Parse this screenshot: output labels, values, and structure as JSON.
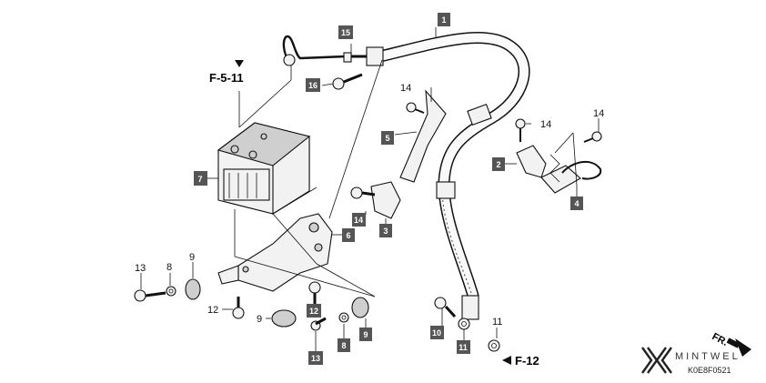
{
  "refs": {
    "top": "F-5-11",
    "bottom": "F-12"
  },
  "boxed_labels": [
    "1",
    "15",
    "16",
    "5",
    "2",
    "4",
    "7",
    "14",
    "3",
    "6",
    "12",
    "11",
    "10",
    "13",
    "8",
    "9"
  ],
  "plain_labels": [
    "14",
    "14",
    "14",
    "9",
    "13",
    "8",
    "12",
    "9",
    "11"
  ],
  "watermark": {
    "brand": "MINTWEL",
    "fr": "FR.",
    "code": "K0E8F0521"
  },
  "colors": {
    "box": "#555555",
    "ink": "#111111"
  }
}
